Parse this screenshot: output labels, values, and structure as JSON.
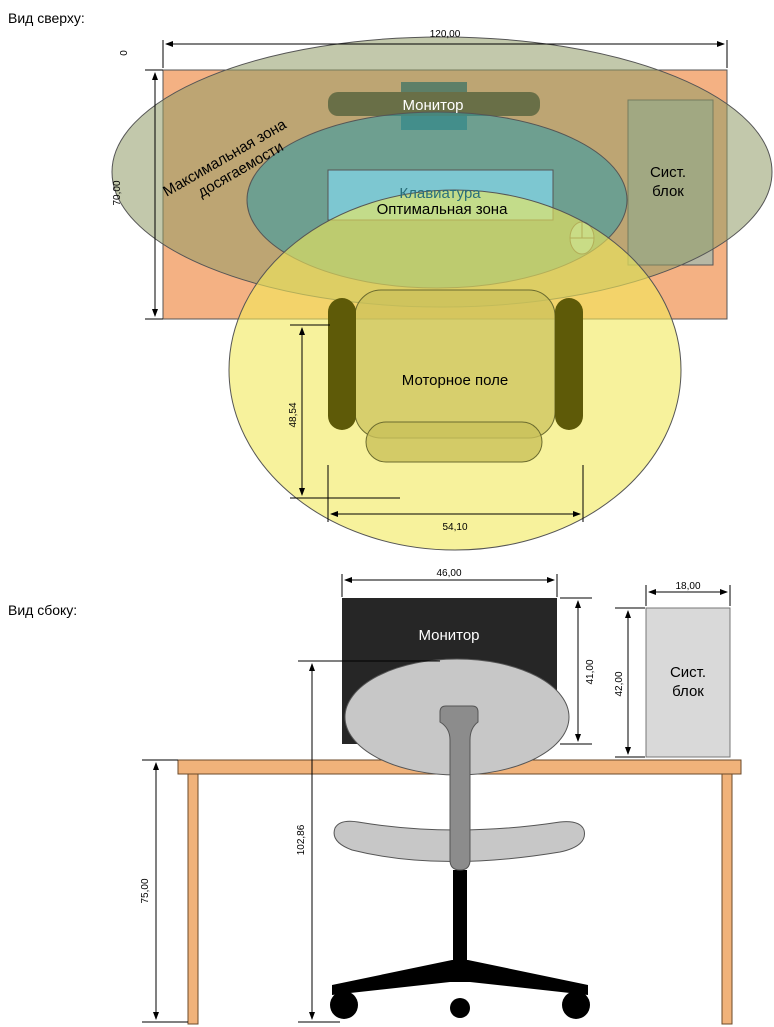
{
  "top_view": {
    "title": "Вид сверху:",
    "monitor": "Монитор",
    "keyboard": "Клавиатура",
    "optimal_zone": "Оптимальная зона",
    "max_zone_line1": "Максимальная зона",
    "max_zone_line2": "досягаемости",
    "sys_unit_line1": "Сист.",
    "sys_unit_line2": "блок",
    "motor_field": "Моторное поле",
    "dims": {
      "width": "120,00",
      "depth": "70,00",
      "zero": "0",
      "chair_depth": "48,54",
      "chair_width": "54,10"
    }
  },
  "side_view": {
    "title": "Вид сбоку:",
    "monitor": "Монитор",
    "sys_unit_line1": "Сист.",
    "sys_unit_line2": "блок",
    "dims": {
      "monitor_width": "46,00",
      "monitor_height": "41,00",
      "sys_width": "18,00",
      "sys_height": "42,00",
      "eye_height": "102,86",
      "table_height": "75,00"
    }
  },
  "colors": {
    "desk_top": "#f4b183",
    "max_zone": "#8f9a66",
    "optimal_zone": "#2e9aa8",
    "motor_field": "#f2ea5a",
    "monitor_top": "#3a3a22",
    "keyboard": "#7dc7d1",
    "sys_unit": "#b7b8a5",
    "chair_arm": "#5e5a08",
    "side_monitor": "#262626",
    "side_sys": "#d9d9d9",
    "table": "#f0b27a",
    "chair_grey": "#c7c7c7",
    "chair_post": "#8c8c8c"
  }
}
